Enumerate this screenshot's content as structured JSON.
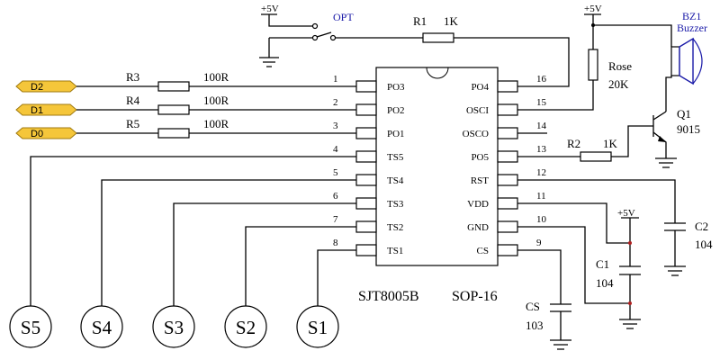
{
  "ic": {
    "name": "SJT8005B",
    "package": "SOP-16",
    "left_pins": [
      {
        "num": "1",
        "name": "PO3"
      },
      {
        "num": "2",
        "name": "PO2"
      },
      {
        "num": "3",
        "name": "PO1"
      },
      {
        "num": "4",
        "name": "TS5"
      },
      {
        "num": "5",
        "name": "TS4"
      },
      {
        "num": "6",
        "name": "TS3"
      },
      {
        "num": "7",
        "name": "TS2"
      },
      {
        "num": "8",
        "name": "TS1"
      }
    ],
    "right_pins": [
      {
        "num": "16",
        "name": "PO4"
      },
      {
        "num": "15",
        "name": "OSCI"
      },
      {
        "num": "14",
        "name": "OSCO"
      },
      {
        "num": "13",
        "name": "PO5"
      },
      {
        "num": "12",
        "name": "RST"
      },
      {
        "num": "11",
        "name": "VDD"
      },
      {
        "num": "10",
        "name": "GND"
      },
      {
        "num": "9",
        "name": "CS"
      }
    ]
  },
  "ports": [
    "D2",
    "D1",
    "D0"
  ],
  "port_resistors": [
    {
      "ref": "R3",
      "value": "100R"
    },
    {
      "ref": "R4",
      "value": "100R"
    },
    {
      "ref": "R5",
      "value": "100R"
    }
  ],
  "sensors": [
    "S5",
    "S4",
    "S3",
    "S2",
    "S1"
  ],
  "opt": {
    "label": "OPT",
    "supply": "+5V"
  },
  "r1": {
    "ref": "R1",
    "value": "1K"
  },
  "rose": {
    "ref": "Rose",
    "value": "20K",
    "supply": "+5V"
  },
  "buzzer": {
    "ref": "BZ1",
    "name": "Buzzer"
  },
  "q1": {
    "ref": "Q1",
    "part": "9015"
  },
  "r2": {
    "ref": "R2",
    "value": "1K"
  },
  "c1": {
    "ref": "C1",
    "value": "104",
    "supply": "+5V"
  },
  "c2": {
    "ref": "C2",
    "value": "104"
  },
  "cs_cap": {
    "ref": "CS",
    "value": "103"
  }
}
